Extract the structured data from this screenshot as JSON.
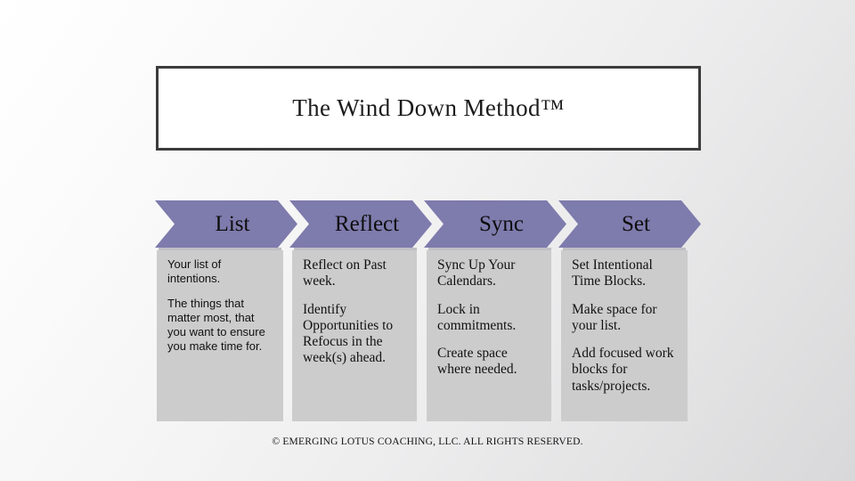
{
  "slide": {
    "title": "The Wind Down Method™",
    "footer": "© EMERGING LOTUS COACHING, LLC. ALL RIGHTS RESERVED.",
    "accent_color": "#7e7bad",
    "panel_color": "#cccccc",
    "title_border_color": "#3c3c3c",
    "background": "white-to-gray diagonal gradient"
  },
  "steps": [
    {
      "label": "List",
      "paragraphs": [
        "Your list of intentions.",
        "The things that matter most, that you want to ensure you make time for."
      ]
    },
    {
      "label": "Reflect",
      "paragraphs": [
        "Reflect on Past week.",
        "Identify Opportunities to Refocus in the week(s) ahead."
      ]
    },
    {
      "label": "Sync",
      "paragraphs": [
        "Sync Up Your Calendars.",
        "Lock in commitments.",
        "Create space where needed."
      ]
    },
    {
      "label": "Set",
      "paragraphs": [
        "Set Intentional Time Blocks.",
        "Make space for your list.",
        "Add focused work blocks for tasks/projects."
      ]
    }
  ]
}
